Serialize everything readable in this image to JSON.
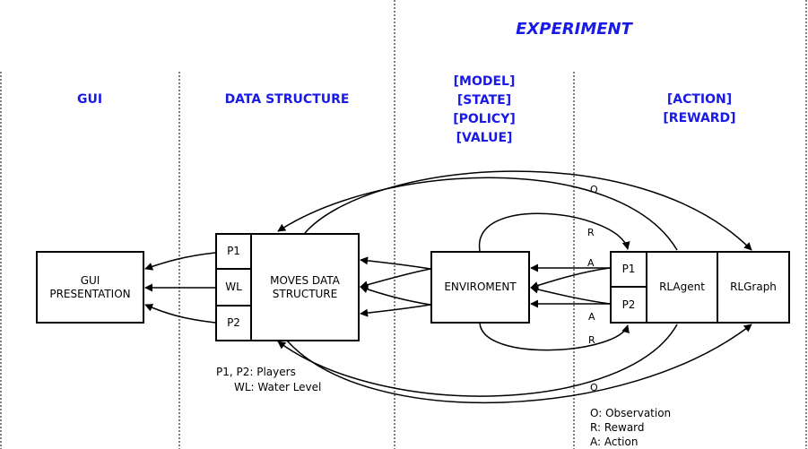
{
  "headers": {
    "experiment": "EXPERIMENT",
    "gui": "GUI",
    "data_structure": "DATA STRUCTURE",
    "model_lines": [
      "[MODEL]",
      "[STATE]",
      "[POLICY]",
      "[VALUE]"
    ],
    "action_lines": [
      "[ACTION]",
      "[REWARD]"
    ]
  },
  "boxes": {
    "gui_presentation": "GUI\nPRESENTATION",
    "p1": "P1",
    "wl": "WL",
    "p2": "P2",
    "moves_data_structure": "MOVES DATA\nSTRUCTURE",
    "enviroment": "ENVIROMENT",
    "agent_p1": "P1",
    "agent_p2": "P2",
    "rlagent": "RLAgent",
    "rlgraph": "RLGraph"
  },
  "edge_labels": {
    "o_top": "O",
    "r_top": "R",
    "a_top": "A",
    "a_bottom": "A",
    "r_bottom": "R",
    "o_bottom": "O"
  },
  "legends": {
    "players": "P1, P2: Players",
    "water_level": "WL: Water Level",
    "observation": "O: Observation",
    "reward": "R: Reward",
    "action": "A: Action"
  },
  "colors": {
    "header": "#1a1ae6",
    "lines": "#000000"
  }
}
